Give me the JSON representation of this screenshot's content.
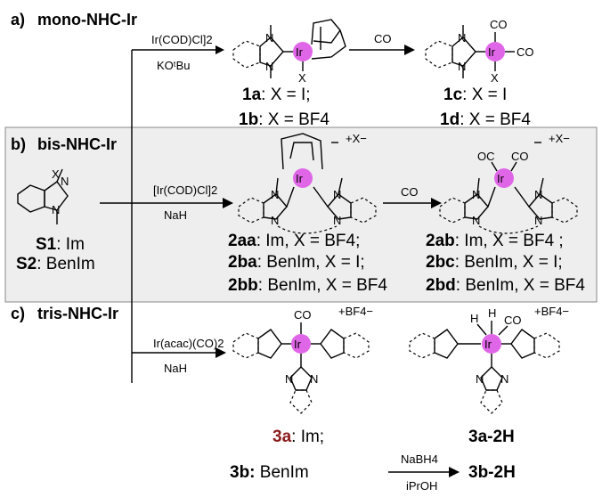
{
  "sections": {
    "a": {
      "letter": "a)",
      "title": "mono-NHC-Ir"
    },
    "b": {
      "letter": "b)",
      "title": "bis-NHC-Ir"
    },
    "c": {
      "letter": "c)",
      "title": "tris-NHC-Ir"
    }
  },
  "colors": {
    "iridium": "#e066e8",
    "panel_b": "#eeeeee",
    "highlight_3a": "#8b1a1a"
  },
  "reagents": {
    "a_top": "Ir(COD)Cl]2",
    "a_bottom": "KOᵗBu",
    "a_co": "CO",
    "b_top": "[Ir(COD)Cl]2",
    "b_bottom": "NaH",
    "b_co": "CO",
    "c_top": "Ir(acac)(CO)2",
    "c_bottom": "NaH",
    "nabh4": "NaBH4",
    "iproh": "iPrOH"
  },
  "atoms": {
    "ir": "Ir",
    "n": "N",
    "co": "CO",
    "oc": "OC",
    "x": "X",
    "h": "H",
    "counter_x": "+X−",
    "counter_bf4": "+BF4−"
  },
  "compounds": {
    "c1a": {
      "id": "1a",
      "desc": ": X = I;"
    },
    "c1b": {
      "id": "1b",
      "desc": ": X = BF4"
    },
    "c1c": {
      "id": "1c",
      "desc": ": X = I"
    },
    "c1d": {
      "id": "1d",
      "desc": ": X = BF4"
    },
    "s1": {
      "id": "S1",
      "desc": ": Im"
    },
    "s2": {
      "id": "S2",
      "desc": ": BenIm"
    },
    "c2aa": {
      "id": "2aa",
      "desc": ": Im, X = BF4;"
    },
    "c2ba": {
      "id": "2ba",
      "desc": ": BenIm, X = I;"
    },
    "c2bb": {
      "id": "2bb",
      "desc": ": BenIm, X = BF4"
    },
    "c2ab": {
      "id": "2ab",
      "desc": ": Im, X = BF4 ;"
    },
    "c2bc": {
      "id": "2bc",
      "desc": ": BenIm, X = I;"
    },
    "c2bd": {
      "id": "2bd",
      "desc": ": BenIm, X = BF4"
    },
    "c3a": {
      "id": "3a",
      "desc": ": Im;"
    },
    "c3b": {
      "id": "3b:",
      "desc": " BenIm"
    },
    "c3a2h": {
      "id": "3a-2H",
      "desc": ""
    },
    "c3b2h": {
      "id": "3b-2H",
      "desc": ""
    }
  }
}
